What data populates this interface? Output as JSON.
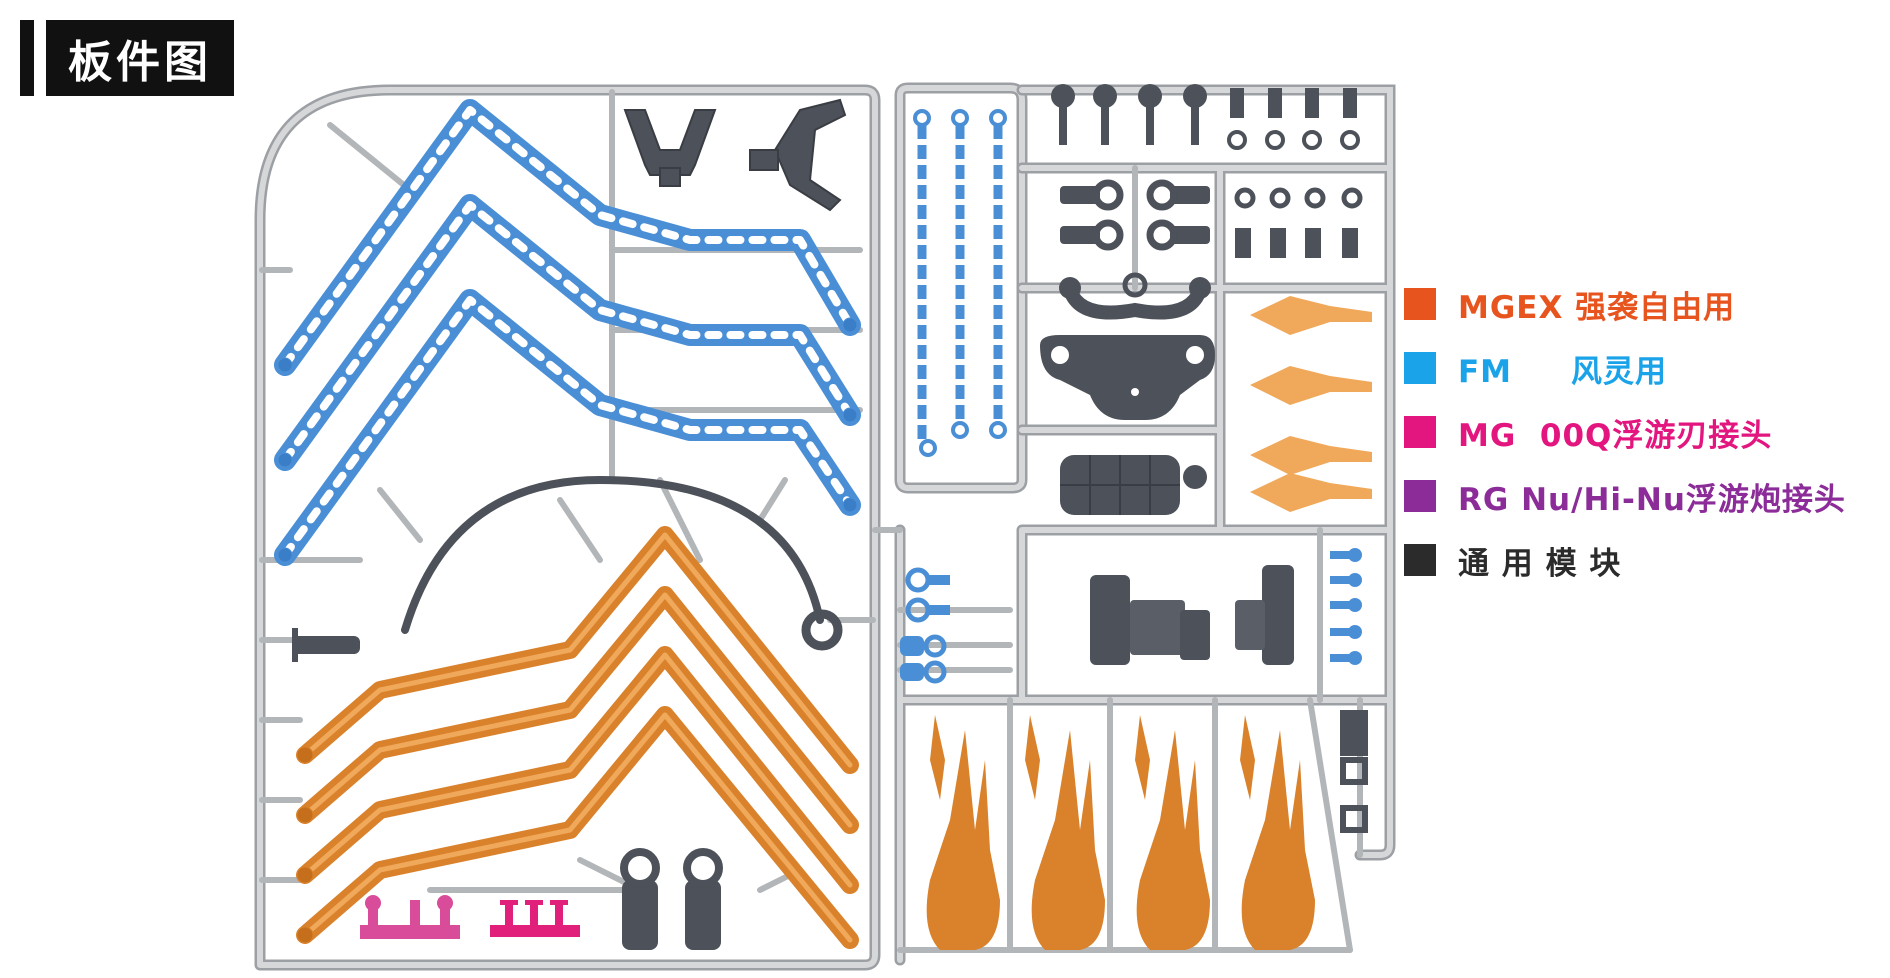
{
  "title": "板件图",
  "colors": {
    "runner": "#c9cbcd",
    "runner_edge": "#9c9fa3",
    "blue": "#4a8fd6",
    "orange": "#d9822b",
    "light_orange": "#f0a85a",
    "dark": "#4d5159",
    "pink": "#d94c9a",
    "magenta": "#e0207a"
  },
  "legend": [
    {
      "label": "MGEX 强袭自由用",
      "color": "#e8541e"
    },
    {
      "label": "FM     风灵用",
      "color": "#1aa3e8"
    },
    {
      "label": "MG  00Q浮游刃接头",
      "color": "#e3157f"
    },
    {
      "label": "RG Nu/Hi-Nu浮游炮接头",
      "color": "#8b2c98"
    },
    {
      "label": "通 用 模 块",
      "color": "#2b2b2b"
    }
  ]
}
